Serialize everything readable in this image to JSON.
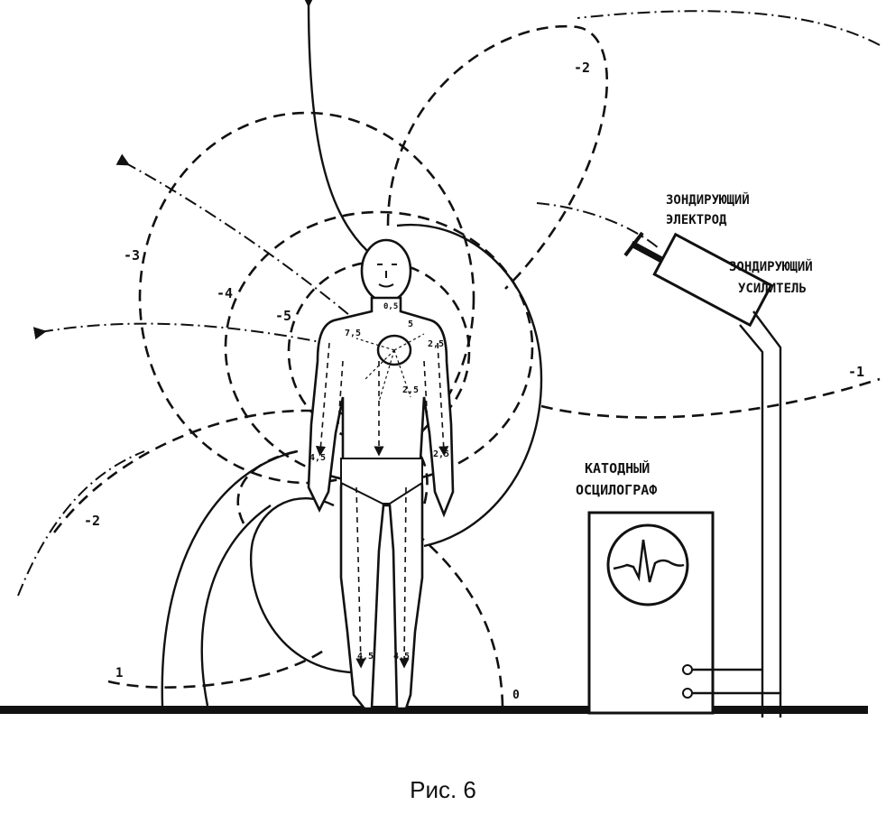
{
  "figure": {
    "caption": "Рис. 6",
    "equipotential_labels": [
      {
        "id": "minus-1-left",
        "text": "1"
      },
      {
        "id": "minus-2-left",
        "text": "-2"
      },
      {
        "id": "minus-3",
        "text": "-3"
      },
      {
        "id": "minus-4",
        "text": "-4"
      },
      {
        "id": "minus-5",
        "text": "-5"
      },
      {
        "id": "minus-2-top",
        "text": "-2"
      },
      {
        "id": "minus-1-right",
        "text": "-1"
      },
      {
        "id": "zero",
        "text": "0"
      }
    ],
    "body_values": {
      "neck": "0,5",
      "chest_left": "7,5",
      "chest_right": "2,5",
      "heart": "5",
      "lower_heart": "2,5",
      "left_arm": "4,5",
      "right_arm": "2,5",
      "left_leg": "4,5",
      "right_leg": "4,5"
    },
    "device_labels": {
      "probe_electrode_line1": "ЗОНДИРУЮЩИЙ",
      "probe_electrode_line2": "ЭЛЕКТРОД",
      "probe_amplifier_line1": "ЗОНДИРУЮЩИЙ",
      "probe_amplifier_line2": "УСИЛИТЕЛЬ",
      "oscillograph_line1": "КАТОДНЫЙ",
      "oscillograph_line2": "ОСЦИЛОГРАФ"
    }
  }
}
